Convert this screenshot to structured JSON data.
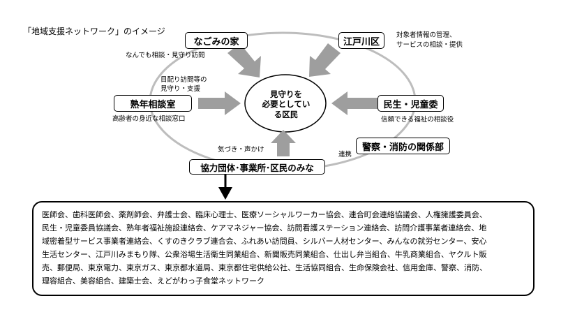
{
  "title": "「地域支援ネットワーク」のイメージ",
  "center": {
    "lines": [
      "見守りを",
      "必要としてい",
      "る区民"
    ]
  },
  "nodes": {
    "nagomi": {
      "label": "なごみの家",
      "note": "なんでも相談・見守り訪問"
    },
    "edogawa": {
      "label": "江戸川区",
      "note_lines": [
        "対象者情報の管理、",
        "サービスの相談・提供"
      ]
    },
    "jukunen": {
      "label": "熟年相談室",
      "note": "高齢者の身近な相談窓口",
      "arrow_note_lines": [
        "目配り訪問等の",
        "見守り・支援"
      ]
    },
    "minsei": {
      "label": "民生・児童委",
      "note": "信頼できる福祉の相談役"
    },
    "keisatsu": {
      "label": "警察・消防の関係部",
      "link_note": "連携"
    },
    "kyoryoku": {
      "label": "協力団体･事業所･区民のみな",
      "arrow_note": "気づき・声かけ"
    }
  },
  "org_list_lines": [
    "医師会、歯科医師会、薬剤師会、弁護士会、臨床心理士、医療ソーシャルワーカー協会、連合町会連絡協議会、人権擁護委員会、",
    "民生・児童委員協議会、熟年者福祉施設連絡会、ケアマネジャー協会、訪問看護ステーション連絡会、訪問介護事業者連絡会、地",
    "域密着型サービス事業者連絡会、くすのきクラブ連合会、ふれあい訪問員、シルバー人材センター、みんなの就労センター、安心",
    "生活センター、江戸川みまもり隊、公衆浴場生活衛生同業組合、新聞販売同業組合、仕出し弁当組合、牛乳商業組合、ヤクルト販",
    "売、郵便局、東京電力、東京ガス、東京都水道局、東京都住宅供給公社、生活協同組合、生命保険会社、信用金庫、警察、消防、",
    "理容組合、美容組合、建築士会、えどがわっ子食堂ネットワーク"
  ],
  "colors": {
    "ellipse": "#bdbdbd",
    "arrow": "#9e9e9e",
    "ink": "#000000"
  }
}
